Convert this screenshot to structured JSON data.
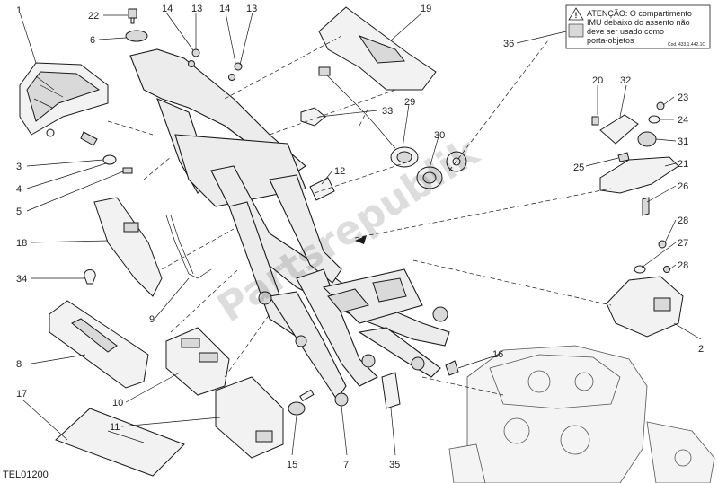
{
  "diagram_code": "TEL01200",
  "watermark": "Partsrepublik",
  "warning_label": {
    "lines": [
      "ATENÇÃO:  O  compartimento",
      "IMU  debaixo  do  assento  não",
      "deve  ser  usado  como",
      "porta-objetos"
    ],
    "code": "Cod. 433.1.442.1C"
  },
  "callouts": [
    "1",
    "2",
    "3",
    "4",
    "5",
    "6",
    "7",
    "8",
    "9",
    "10",
    "11",
    "12",
    "13",
    "14",
    "15",
    "16",
    "17",
    "18",
    "19",
    "20",
    "21",
    "22",
    "23",
    "24",
    "25",
    "26",
    "27",
    "28",
    "29",
    "30",
    "31",
    "32",
    "33",
    "34",
    "35",
    "36"
  ],
  "colors": {
    "line": "#1a1a1a",
    "part_fill": "#f2f2f2",
    "watermark": "#000000"
  }
}
